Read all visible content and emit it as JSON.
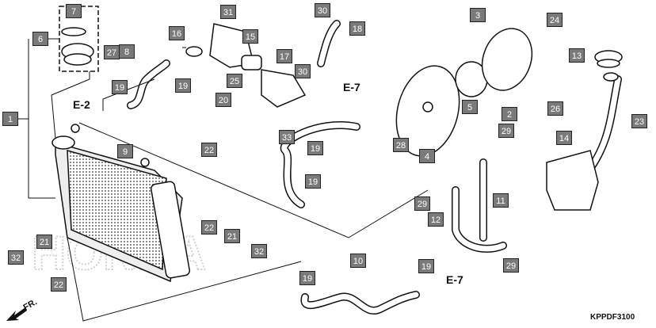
{
  "diagram": {
    "title": "Radiator / Cooling System Parts Diagram",
    "code": "KPPDF3100",
    "direction_label": "FR.",
    "references": [
      {
        "id": "ref-e2",
        "label": "E-2"
      },
      {
        "id": "ref-e7-top",
        "label": "E-7"
      },
      {
        "id": "ref-e7-bottom",
        "label": "E-7"
      }
    ],
    "callouts": [
      {
        "num": "1"
      },
      {
        "num": "2"
      },
      {
        "num": "3"
      },
      {
        "num": "4"
      },
      {
        "num": "5"
      },
      {
        "num": "6"
      },
      {
        "num": "7"
      },
      {
        "num": "8"
      },
      {
        "num": "9"
      },
      {
        "num": "10"
      },
      {
        "num": "11"
      },
      {
        "num": "12"
      },
      {
        "num": "13"
      },
      {
        "num": "14"
      },
      {
        "num": "15"
      },
      {
        "num": "16"
      },
      {
        "num": "17"
      },
      {
        "num": "18"
      },
      {
        "num": "19"
      },
      {
        "num": "19"
      },
      {
        "num": "19"
      },
      {
        "num": "19"
      },
      {
        "num": "19"
      },
      {
        "num": "19"
      },
      {
        "num": "20"
      },
      {
        "num": "21"
      },
      {
        "num": "21"
      },
      {
        "num": "22"
      },
      {
        "num": "22"
      },
      {
        "num": "22"
      },
      {
        "num": "23"
      },
      {
        "num": "24"
      },
      {
        "num": "25"
      },
      {
        "num": "26"
      },
      {
        "num": "27"
      },
      {
        "num": "28"
      },
      {
        "num": "29"
      },
      {
        "num": "29"
      },
      {
        "num": "29"
      },
      {
        "num": "30"
      },
      {
        "num": "30"
      },
      {
        "num": "31"
      },
      {
        "num": "32"
      },
      {
        "num": "32"
      },
      {
        "num": "33"
      }
    ],
    "colors": {
      "callout_bg": "#7a7a7a",
      "line": "#111111",
      "watermark": "#cfcfcf"
    },
    "watermark": "HONDA"
  }
}
